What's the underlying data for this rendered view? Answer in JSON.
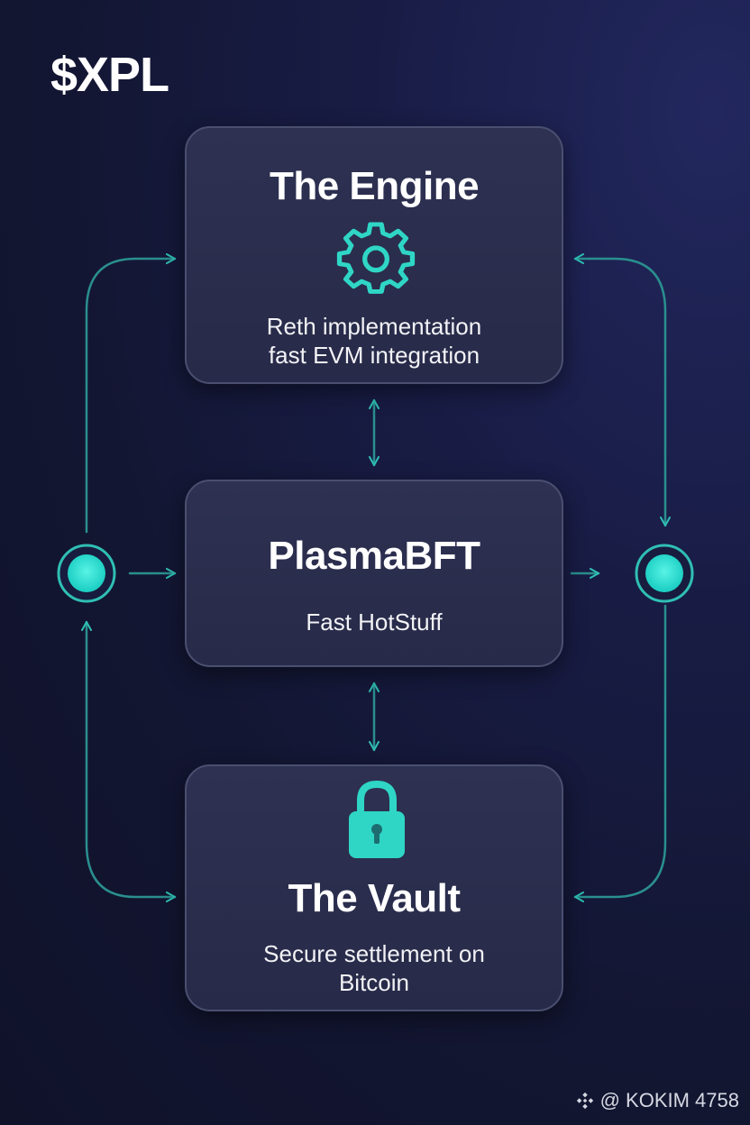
{
  "brand": "$XPL",
  "colors": {
    "accent": "#2fd6c6",
    "line": "#2a8f8e",
    "card_border": "#4a4f70",
    "background": "#151838"
  },
  "cards": [
    {
      "title": "The Engine",
      "description": [
        "Reth implementation",
        "fast EVM integration"
      ],
      "icon": "gear-icon"
    },
    {
      "title": "PlasmaBFT",
      "description": [
        "Fast HotStuff"
      ]
    },
    {
      "title": "The Vault",
      "description": [
        "Secure settlement on",
        "Bitcoin"
      ],
      "icon": "lock-icon"
    }
  ],
  "watermark": "@ KOKIM 4758",
  "watermark_icon": "diamond-logo-icon"
}
